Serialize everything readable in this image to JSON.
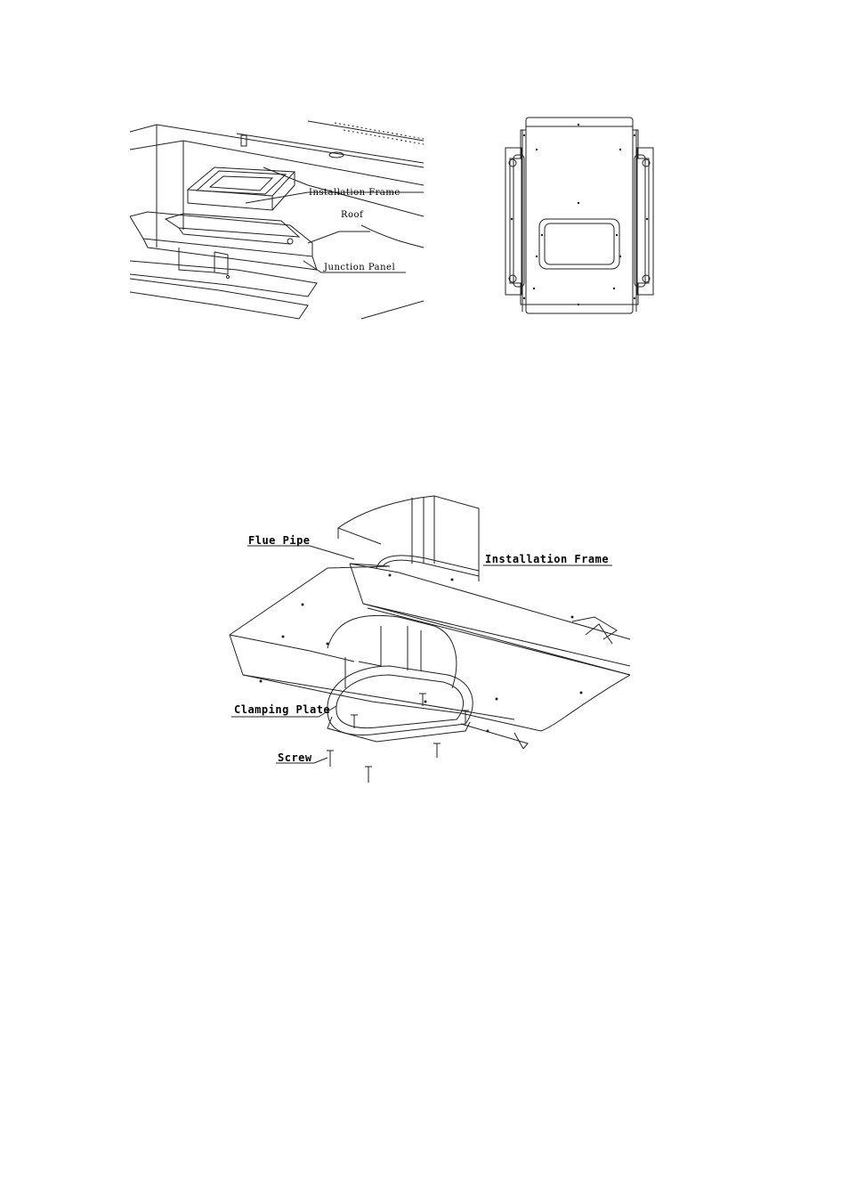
{
  "figure1": {
    "labels": {
      "installation_frame": "Installation Frame",
      "roof": "Roof",
      "junction_panel": "Junction Panel"
    }
  },
  "figure2": {},
  "figure3": {
    "labels": {
      "flue_pipe": "Flue Pipe",
      "installation_frame": "Installation Frame",
      "clamping_plate": "Clamping Plate",
      "screw": "Screw"
    }
  }
}
